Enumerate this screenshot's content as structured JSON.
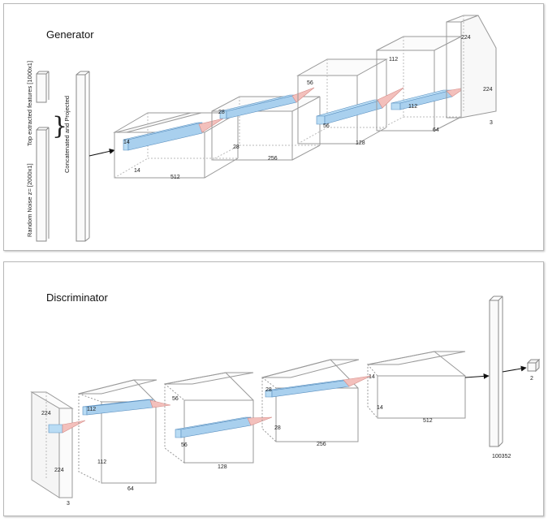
{
  "generator": {
    "title": "Generator",
    "inputs": {
      "top_features": "Top extracted features [1000x1]",
      "noise": "Random Noise z= [2000x1]",
      "concat": "Concatenated and Projected",
      "brace": "}"
    },
    "blocks": [
      {
        "size": "14",
        "depth": "14",
        "channels": "512"
      },
      {
        "size": "28",
        "depth": "28",
        "channels": "256"
      },
      {
        "size": "56",
        "depth": "56",
        "channels": "128"
      },
      {
        "size": "112",
        "depth": "112",
        "channels": "64"
      },
      {
        "size": "224",
        "depth": "224",
        "channels": "3"
      }
    ]
  },
  "discriminator": {
    "title": "Discriminator",
    "blocks": [
      {
        "size": "224",
        "depth": "224",
        "channels": "3"
      },
      {
        "size": "112",
        "depth": "112",
        "channels": "64"
      },
      {
        "size": "56",
        "depth": "56",
        "channels": "128"
      },
      {
        "size": "28",
        "depth": "28",
        "channels": "256"
      },
      {
        "size": "14",
        "depth": "14",
        "channels": "512"
      }
    ],
    "dense": "100352",
    "output": "2"
  },
  "colors": {
    "kernel_blue": "#b9dcf4",
    "kernel_red": "#f3c0bc",
    "edge": "#7a7a7a"
  }
}
